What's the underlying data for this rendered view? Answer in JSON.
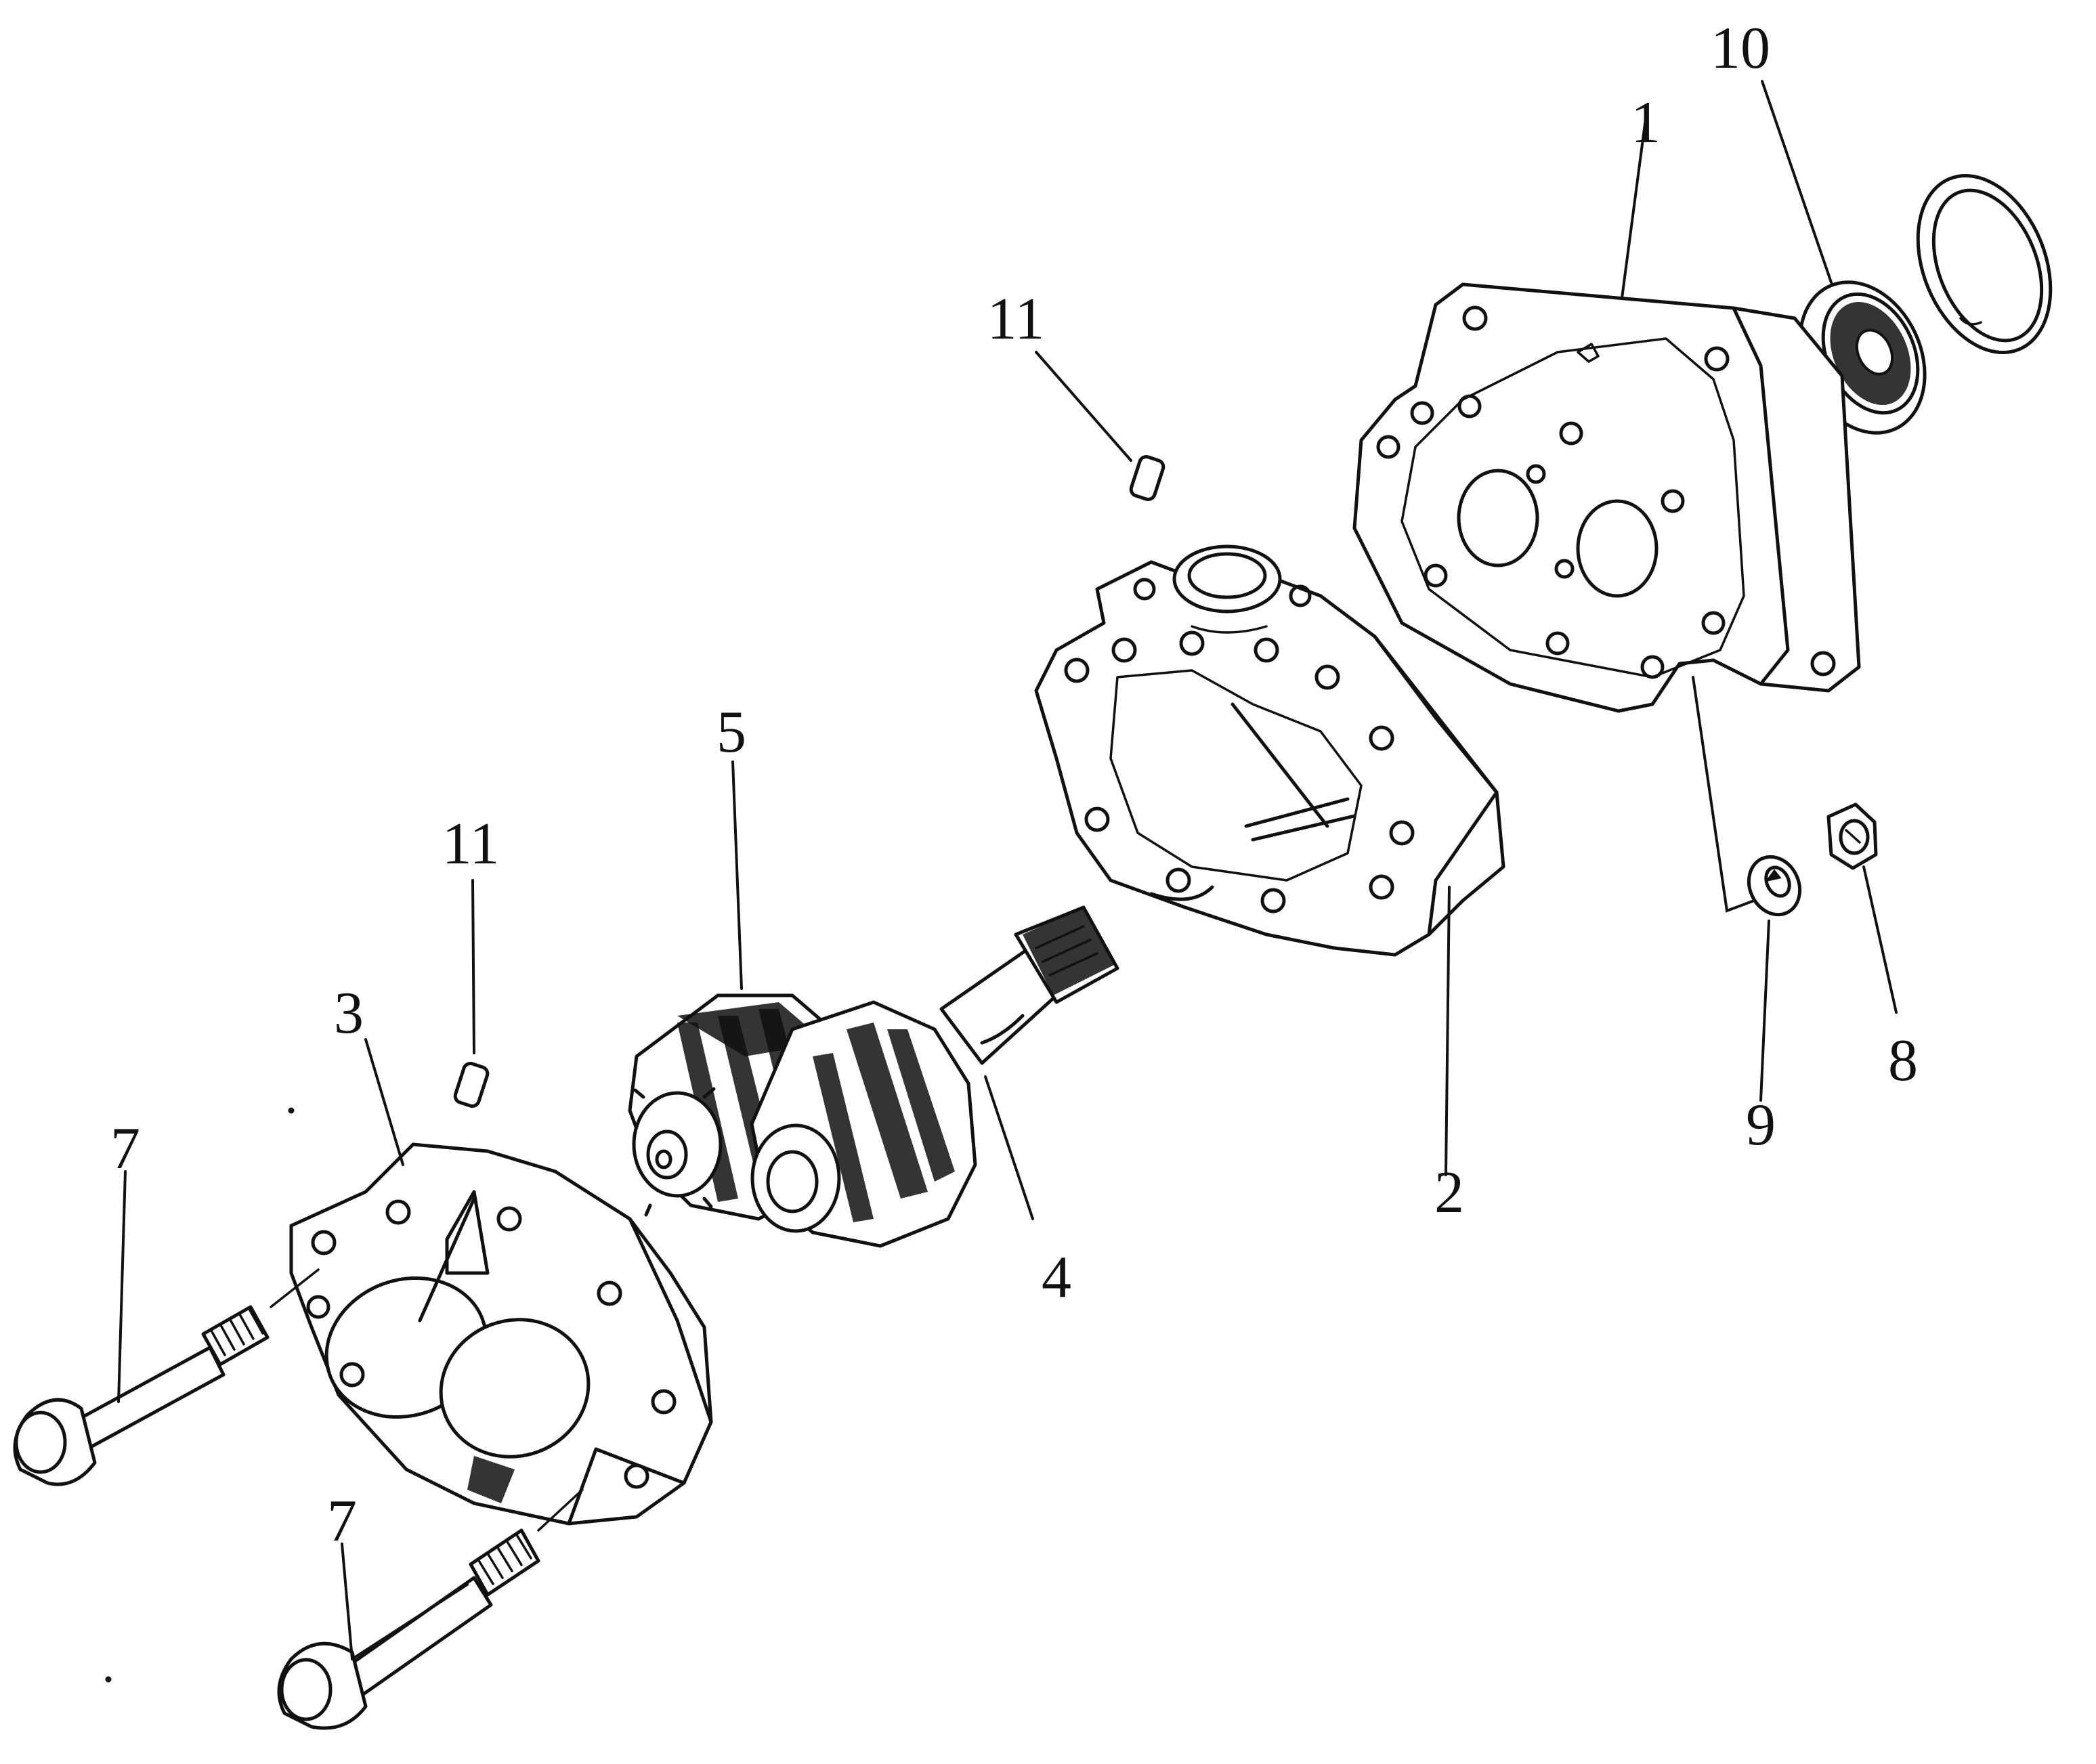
{
  "diagram": {
    "type": "exploded-parts-view",
    "callouts": {
      "c1": "1",
      "c2": "2",
      "c3": "3",
      "c4": "4",
      "c5": "5",
      "c7a": "7",
      "c7b": "7",
      "c8": "8",
      "c9": "9",
      "c10": "10",
      "c11a": "11",
      "c11b": "11"
    },
    "colors": {
      "ink": "#111111",
      "paper": "#ffffff"
    }
  }
}
